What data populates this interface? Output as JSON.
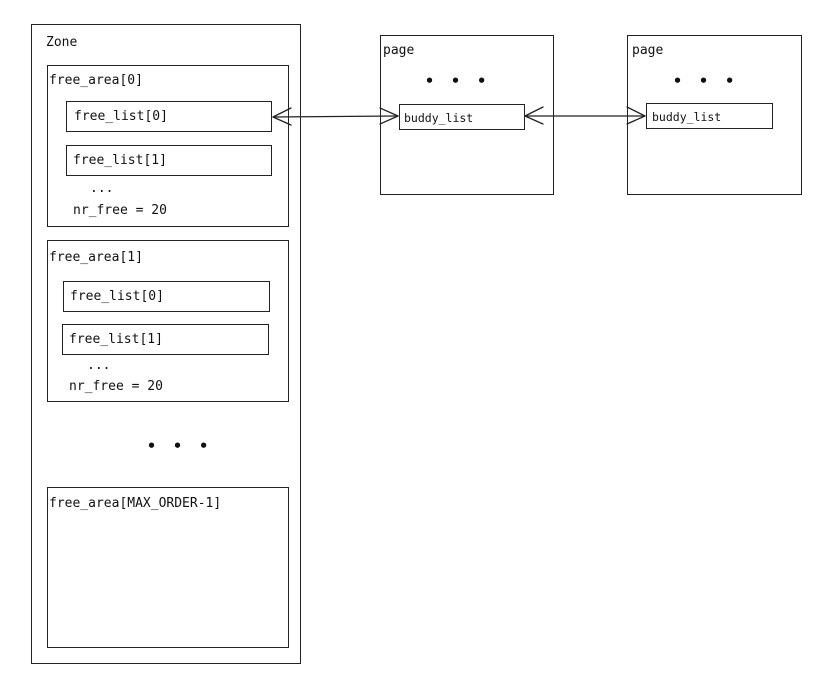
{
  "zone": {
    "label": "Zone",
    "free_area_0": {
      "label": "free_area[0]",
      "list_0": "free_list[0]",
      "list_1": "free_list[1]",
      "ellipsis": "...",
      "nr_free": "nr_free = 20"
    },
    "free_area_1": {
      "label": "free_area[1]",
      "list_0": "free_list[0]",
      "list_1": "free_list[1]",
      "ellipsis": "...",
      "nr_free": "nr_free = 20"
    },
    "middle_ellipsis": "• • •",
    "free_area_last": {
      "label": "free_area[MAX_ORDER-1]"
    }
  },
  "pages": [
    {
      "label": "page",
      "ellipsis": "• • •",
      "buddy_list": "buddy_list"
    },
    {
      "label": "page",
      "ellipsis": "• • •",
      "buddy_list": "buddy_list"
    }
  ]
}
